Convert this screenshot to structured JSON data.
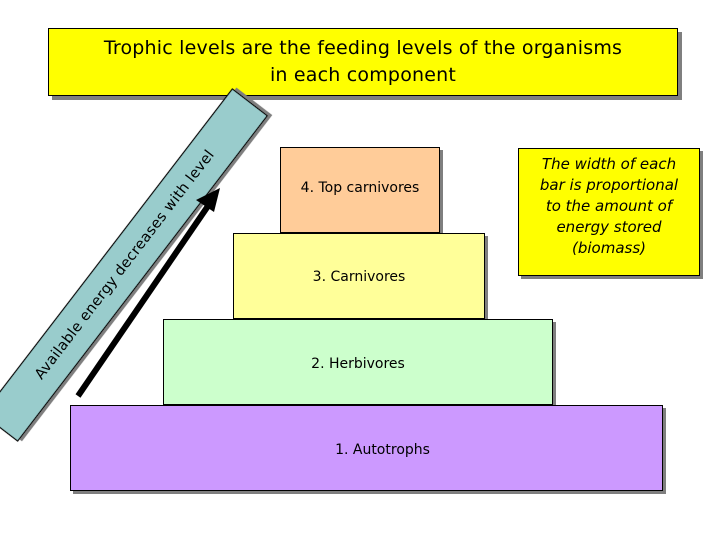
{
  "title": {
    "line1": "Trophic levels are the feeding levels of the organisms",
    "line2": "in each component"
  },
  "side_label": "Available energy decreases with level",
  "levels": [
    {
      "label": "4. Top carnivores",
      "color": "#ffcc99"
    },
    {
      "label": "3. Carnivores",
      "color": "#ffff99"
    },
    {
      "label": "2. Herbivores",
      "color": "#ccffcc"
    },
    {
      "label": "1. Autotrophs",
      "color": "#cc99ff"
    }
  ],
  "note": {
    "lines": [
      "The width of each",
      "bar is proportional",
      "to the amount of",
      "energy stored",
      "(biomass)"
    ]
  },
  "colors": {
    "title_bg": "#ffff00",
    "note_bg": "#ffff00",
    "side_label_bg": "#99cccc",
    "arrow": "#000000"
  },
  "icons": {
    "arrow": "up-right-arrow-icon"
  }
}
